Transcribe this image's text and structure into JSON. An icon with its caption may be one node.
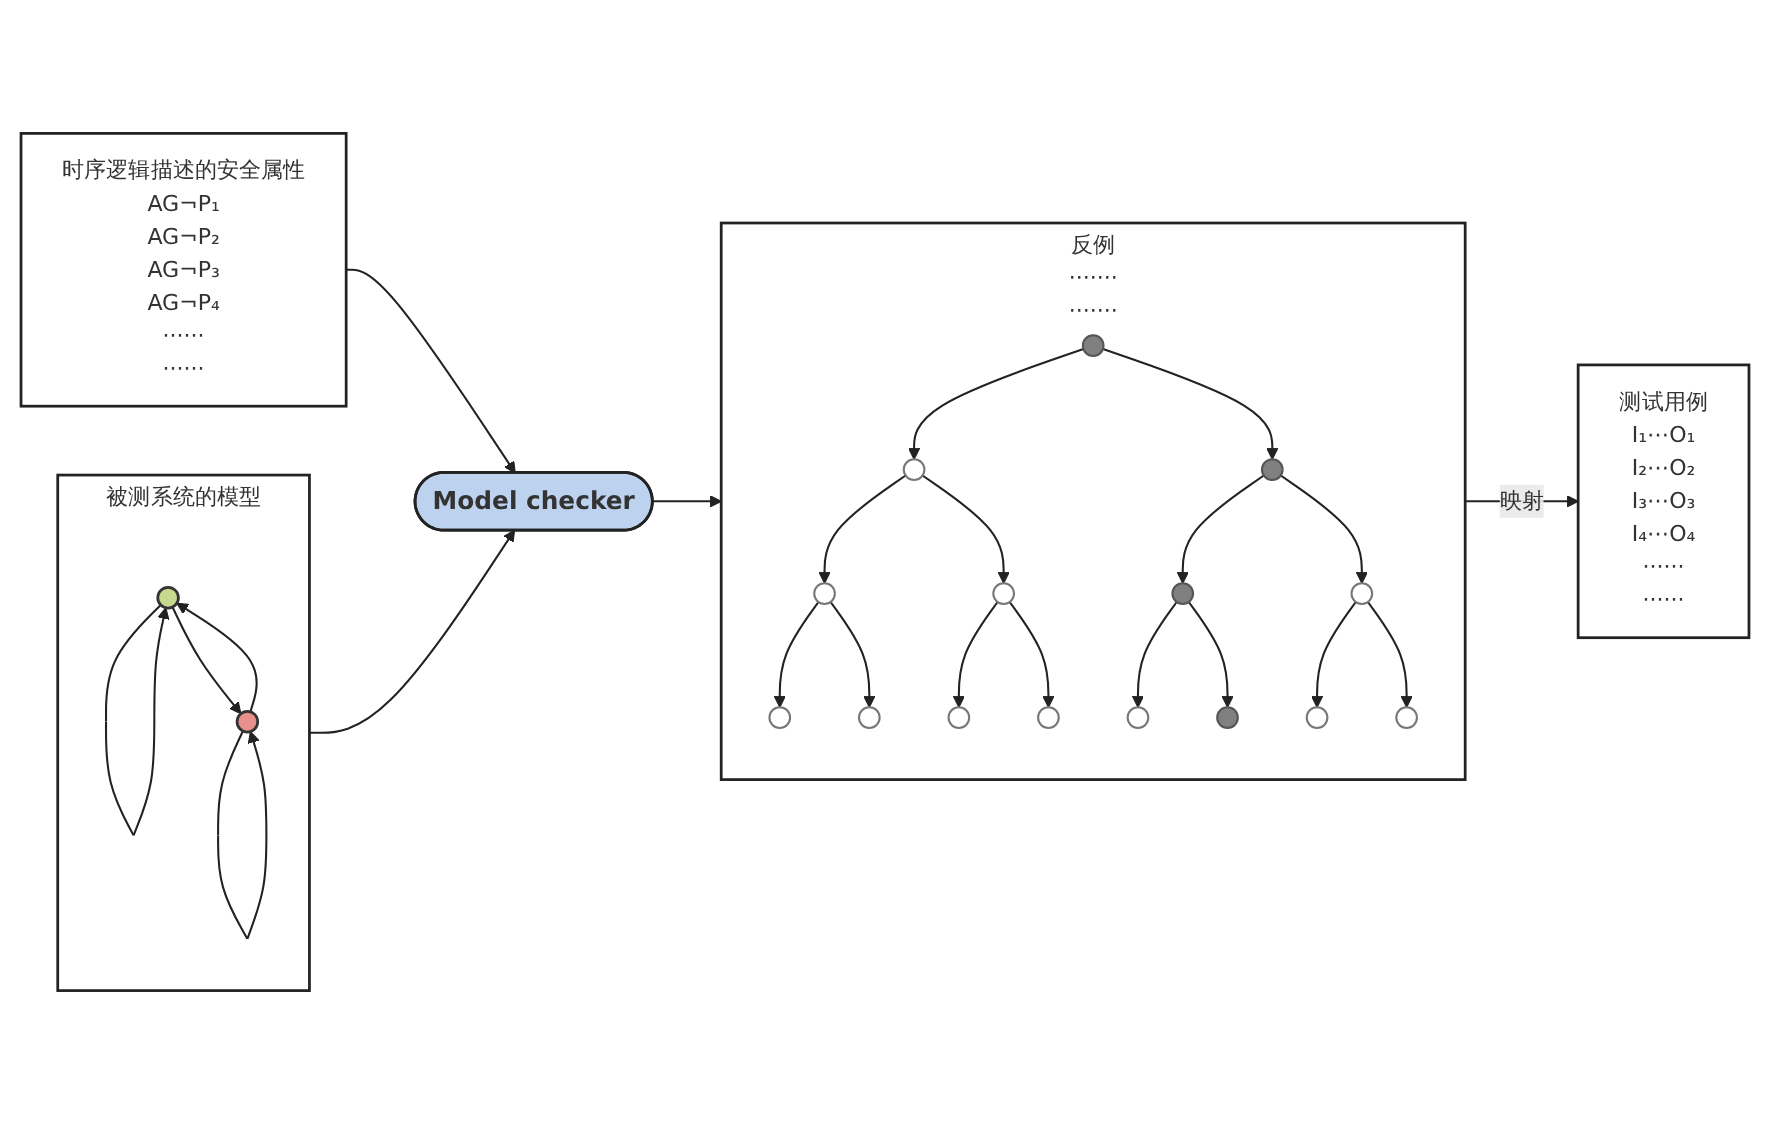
{
  "diagram": {
    "nodes": [
      {
        "text": [
          "被测系统的模型"
        ]
      },
      {
        "text": [],
        "shape": "circle",
        "in": 0
      },
      {
        "text": [],
        "shape": "circle",
        "in": 0
      },
      {
        "text": [
          "反例",
          "·······",
          "·······"
        ]
      },
      {
        "text": [],
        "shape": "circle",
        "in": 3
      },
      {
        "text": [],
        "shape": "circle",
        "in": 3
      },
      {
        "text": [],
        "shape": "circle",
        "in": 3
      },
      {
        "text": [],
        "shape": "circle",
        "in": 3
      },
      {
        "text": [],
        "shape": "circle",
        "in": 3
      },
      {
        "text": [],
        "shape": "circle",
        "in": 3
      },
      {
        "text": [],
        "shape": "circle",
        "in": 3
      },
      {
        "text": [],
        "shape": "circle",
        "in": 3
      },
      {
        "text": [],
        "shape": "circle",
        "in": 3
      },
      {
        "text": [],
        "shape": "circle",
        "in": 3
      },
      {
        "text": [],
        "shape": "circle",
        "in": 3
      },
      {
        "text": [],
        "shape": "circle",
        "in": 3
      },
      {
        "text": [],
        "shape": "circle",
        "in": 3
      },
      {
        "text": [],
        "shape": "circle",
        "in": 3
      },
      {
        "text": [],
        "shape": "circle",
        "in": 3
      },
      {
        "text": [
          "Model checker"
        ]
      },
      {
        "text": [
          "时序逻辑描述的安全属性",
          "AG¬P₁",
          "AG¬P₂",
          "AG¬P₃",
          "AG¬P₄",
          "······",
          "······"
        ]
      },
      {
        "text": [
          "测试用例",
          "I₁⋯O₁",
          "I₂⋯O₂",
          "I₃⋯O₃",
          "I₄⋯O₄",
          "······",
          "······"
        ]
      }
    ],
    "edges": [
      {
        "from": 1,
        "to": 1,
        "arrow": "to"
      },
      {
        "from": 1,
        "to": 2,
        "arrow": "to"
      },
      {
        "from": 2,
        "to": 1,
        "arrow": "to"
      },
      {
        "from": 2,
        "to": 2,
        "arrow": "to"
      },
      {
        "from": 4,
        "to": 5,
        "arrow": "to"
      },
      {
        "from": 4,
        "to": 6,
        "arrow": "to"
      },
      {
        "from": 5,
        "to": 7,
        "arrow": "to"
      },
      {
        "from": 5,
        "to": 8,
        "arrow": "to"
      },
      {
        "from": 6,
        "to": 9,
        "arrow": "to"
      },
      {
        "from": 6,
        "to": 10,
        "arrow": "to"
      },
      {
        "from": 7,
        "to": 11,
        "arrow": "to"
      },
      {
        "from": 7,
        "to": 12,
        "arrow": "to"
      },
      {
        "from": 8,
        "to": 13,
        "arrow": "to"
      },
      {
        "from": 8,
        "to": 14,
        "arrow": "to"
      },
      {
        "from": 9,
        "to": 15,
        "arrow": "to"
      },
      {
        "from": 9,
        "to": 16,
        "arrow": "to"
      },
      {
        "from": 10,
        "to": 17,
        "arrow": "to"
      },
      {
        "from": 10,
        "to": 18,
        "arrow": "to"
      },
      {
        "from": 0,
        "to": 19,
        "arrow": "to"
      },
      {
        "from": 20,
        "to": 19,
        "arrow": "to"
      },
      {
        "from": 19,
        "to": 3,
        "arrow": "to"
      },
      {
        "from": 3,
        "to": 21,
        "label": "映射",
        "arrow": "to"
      }
    ]
  }
}
